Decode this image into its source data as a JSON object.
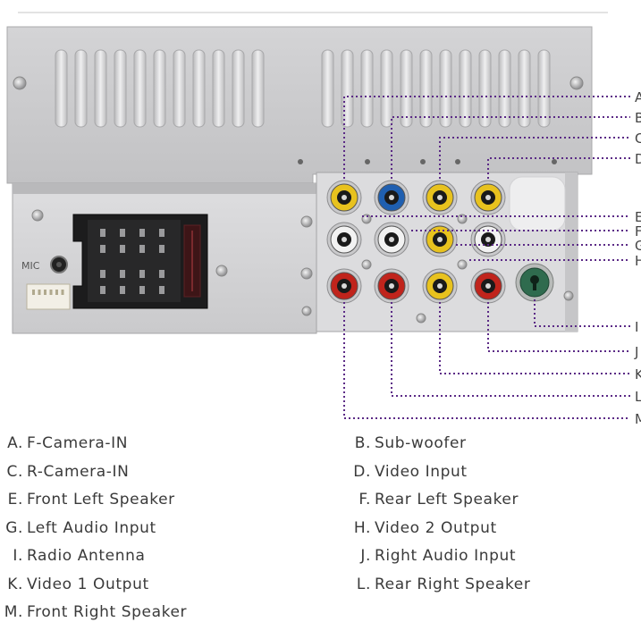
{
  "diagram": {
    "connection_labels": [
      {
        "letter": "A.",
        "name": "F-Camera-IN"
      },
      {
        "letter": "B.",
        "name": "Sub-woofer"
      },
      {
        "letter": "C.",
        "name": "R-Camera-IN"
      },
      {
        "letter": "D.",
        "name": "Video Input"
      },
      {
        "letter": "E.",
        "name": "Front Left Speaker"
      },
      {
        "letter": "F.",
        "name": "Rear Left Speaker"
      },
      {
        "letter": "G.",
        "name": "Left Audio Input"
      },
      {
        "letter": "H.",
        "name": "Video 2 Output"
      },
      {
        "letter": "I.",
        "name": "Radio Antenna"
      },
      {
        "letter": "J.",
        "name": "Right Audio Input"
      },
      {
        "letter": "K.",
        "name": "Video 1 Output"
      },
      {
        "letter": "L.",
        "name": "Rear Right Speaker"
      },
      {
        "letter": "M.",
        "name": "Front Right Speaker"
      }
    ],
    "callout_letters": [
      "A",
      "B",
      "C",
      "D",
      "E",
      "F",
      "G",
      "H",
      "I",
      "J",
      "K",
      "L",
      "M"
    ],
    "panel_text": {
      "mic_label": "MIC"
    },
    "colors": {
      "callout_line": "#5b2a86",
      "rca_yellow": "#e8c21e",
      "rca_blue": "#1f5fb0",
      "rca_white": "#f2f2f2",
      "rca_red": "#c0241c",
      "antenna_green": "#2f6b4e",
      "chassis": "#cfcfcf"
    }
  }
}
